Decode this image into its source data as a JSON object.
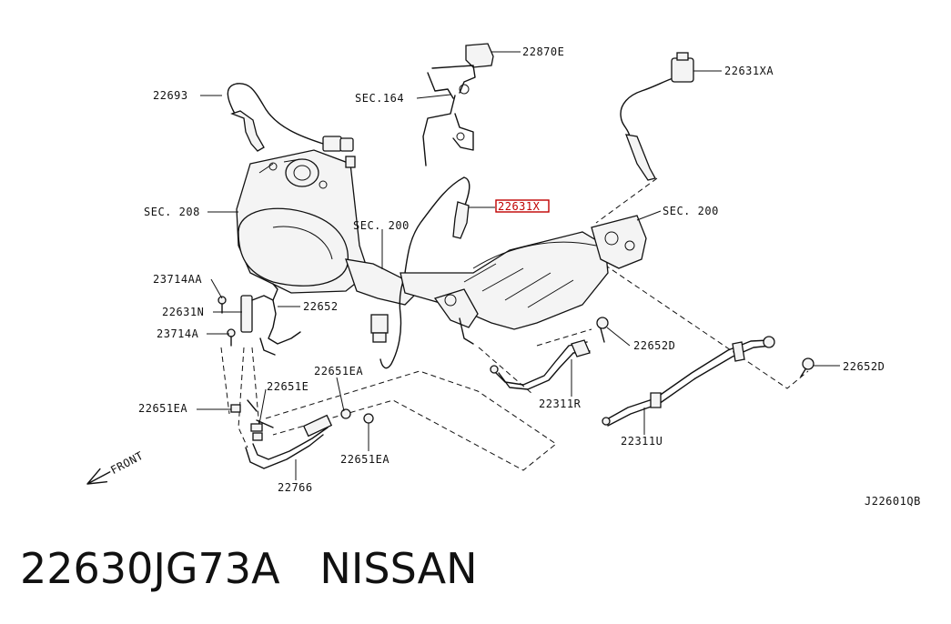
{
  "caption": {
    "part_number": "22630JG73A",
    "brand": "NISSAN"
  },
  "diagram_code": "J22601QB",
  "front_label": "FRONT",
  "highlight_color": "#c00000",
  "labels": {
    "l_22870E": "22870E",
    "l_22631XA": "22631XA",
    "l_sec164": "SEC.164",
    "l_22693": "22693",
    "l_22631X": "22631X",
    "l_sec208": "SEC. 208",
    "l_sec200_mid": "SEC. 200",
    "l_sec200_right": "SEC. 200",
    "l_23714AA": "23714AA",
    "l_22631N": "22631N",
    "l_22652": "22652",
    "l_23714A": "23714A",
    "l_22652D_mid": "22652D",
    "l_22652D_right": "22652D",
    "l_22651EA_top": "22651EA",
    "l_22651E": "22651E",
    "l_22651EA_left": "22651EA",
    "l_22651EA_bottom": "22651EA",
    "l_22311R": "22311R",
    "l_22311U": "22311U",
    "l_22766": "22766"
  }
}
